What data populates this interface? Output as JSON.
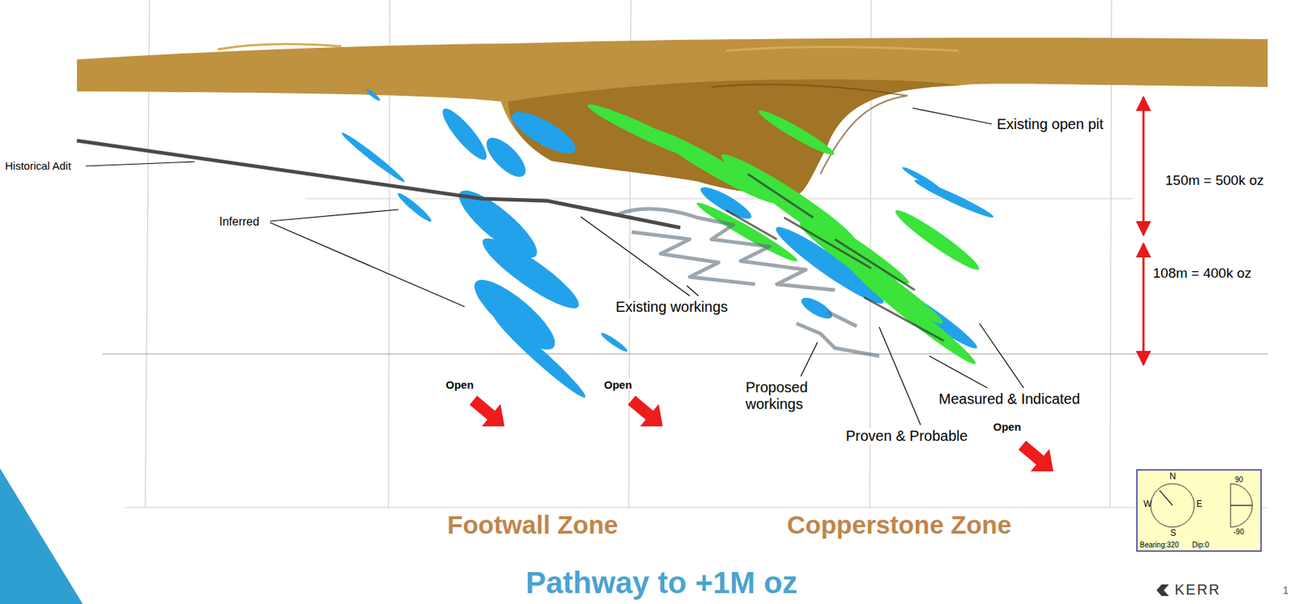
{
  "diagram": {
    "title": "Pathway to +1M oz",
    "labels": [
      "Historical Adit",
      "Inferred",
      "Existing workings",
      "Existing open pit",
      "150m = 500k oz",
      "108m = 400k oz",
      "Open",
      "Open",
      "Open",
      "Proposed workings",
      "Measured & Indicated",
      "Proven & Probable",
      "Footwall Zone",
      "Copperstone Zone",
      "KERR",
      "1",
      "N",
      "W",
      "E",
      "S",
      "90",
      "-90",
      "Bearing:320",
      "Dip:0"
    ]
  }
}
